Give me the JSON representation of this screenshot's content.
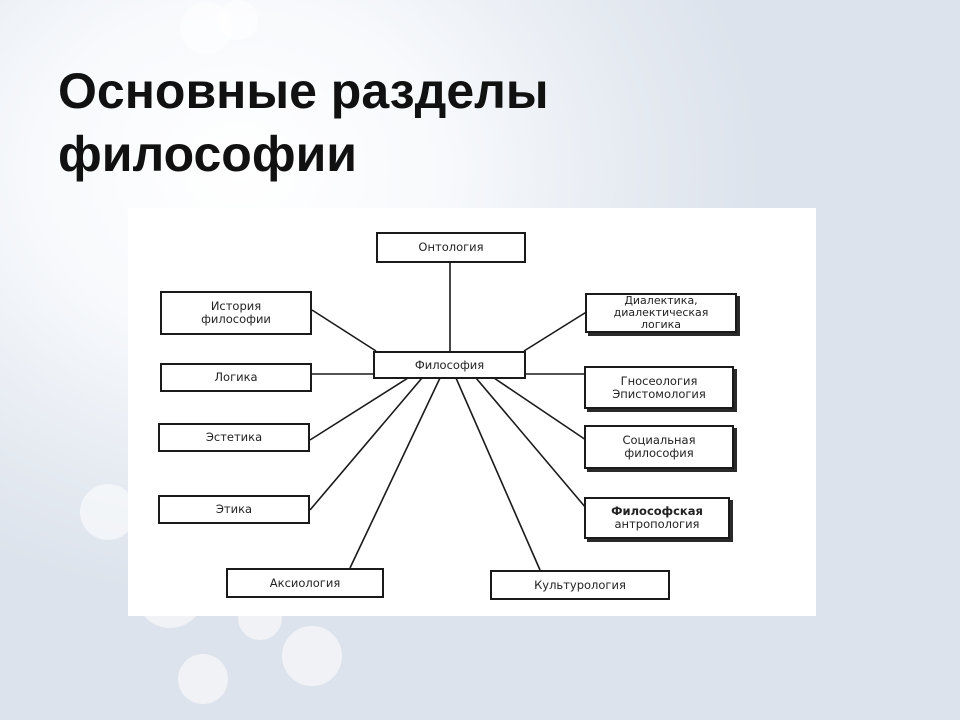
{
  "slide": {
    "title_line1": "Основные разделы",
    "title_line2": "философии"
  },
  "diagram": {
    "center": "Философия",
    "ontology": "Онтология",
    "history": [
      "История",
      "философии"
    ],
    "logic": "Логика",
    "aesthetics": "Эстетика",
    "ethics": "Этика",
    "axiology": "Аксиология",
    "culturology": "Культурология",
    "dialectics": [
      "Диалектика,",
      "диалектическая",
      "логика"
    ],
    "gnoseology": [
      "Гносеология",
      "Эпистомология"
    ],
    "social": [
      "Социальная",
      "философия"
    ],
    "anthropology": [
      "Философская",
      "антропология"
    ]
  }
}
